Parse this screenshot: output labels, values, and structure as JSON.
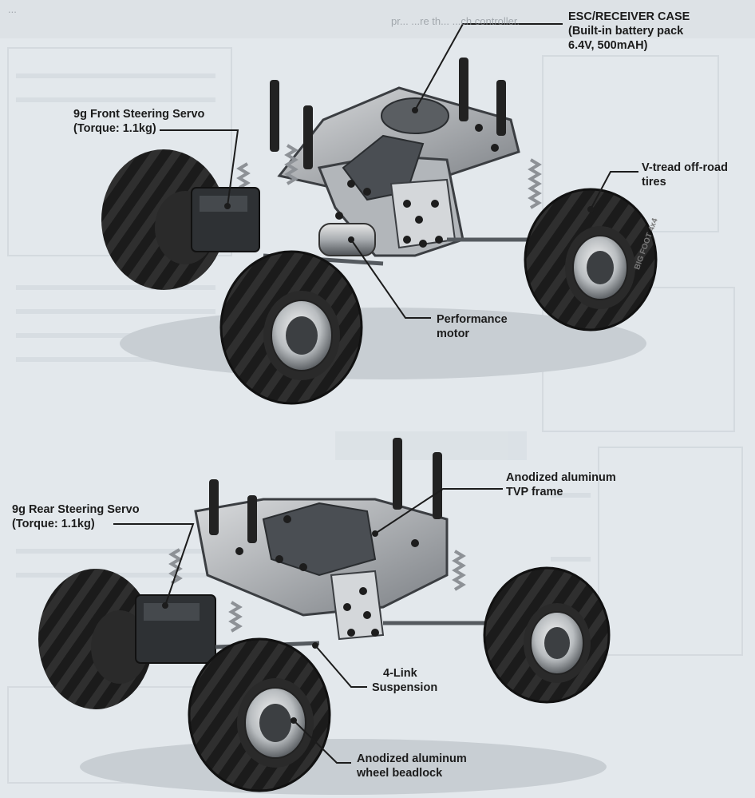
{
  "header_text": {
    "line1": "...",
    "line2": "pr... ...re th... ...ch controller."
  },
  "callouts": {
    "esc": {
      "line1": "ESC/RECEIVER CASE",
      "line2": "(Built-in battery pack",
      "line3": "6.4V, 500mAH)"
    },
    "front_servo": {
      "line1": "9g Front Steering Servo",
      "line2": "(Torque: 1.1kg)"
    },
    "tires": {
      "line1": "V-tread off-road",
      "line2": "tires"
    },
    "motor": {
      "line1": "Performance",
      "line2": "motor"
    },
    "frame": {
      "line1": "Anodized aluminum",
      "line2": "TVP frame"
    },
    "rear_servo": {
      "line1": "9g Rear Steering Servo",
      "line2": "(Torque: 1.1kg)"
    },
    "suspension": {
      "line1": "4-Link",
      "line2": "Suspension"
    },
    "beadlock": {
      "line1": "Anodized aluminum",
      "line2": "wheel beadlock"
    }
  },
  "tire_sidewall_text": "BIG FOOT 4x4",
  "colors": {
    "background": "#e3e8ec",
    "tire": "#1e1e1e",
    "chrome": "#c9ccce",
    "frame": "#8d9196",
    "leader_line": "#1c1c1c"
  }
}
